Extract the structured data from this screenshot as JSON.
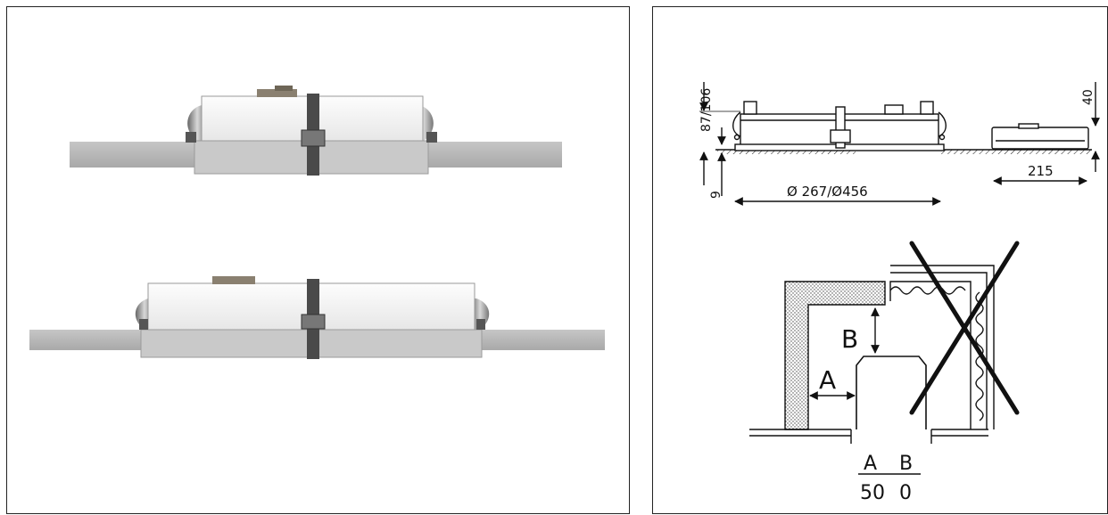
{
  "photo_panel": {
    "views": [
      "small-luminaire-side-view",
      "large-luminaire-side-view"
    ]
  },
  "dimension_drawing": {
    "height_label": "87/106",
    "flange_label": "9",
    "diameter_label": "Ø 267/Ø456",
    "driver_height_label": "40",
    "driver_length_label": "215"
  },
  "installation_diagram": {
    "label_a": "A",
    "label_b": "B",
    "table": {
      "headers": [
        "A",
        "B"
      ],
      "values": [
        "50",
        "0"
      ]
    }
  },
  "colors": {
    "frame": "#222222",
    "ceiling_grey": "#b8b8b8",
    "housing_white": "#f4f4f4",
    "line": "#111111"
  }
}
